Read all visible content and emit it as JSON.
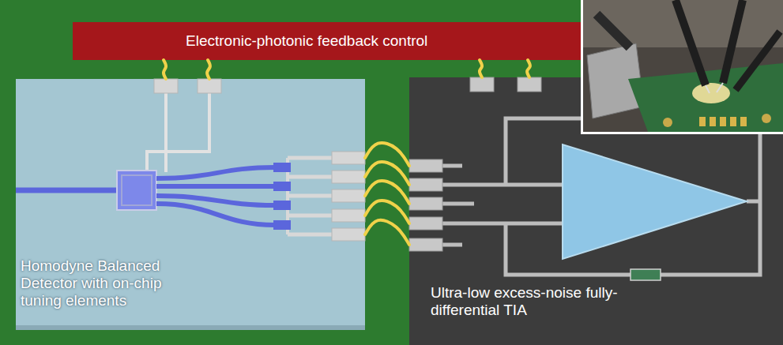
{
  "diagram": {
    "nodes": [
      {
        "text": [
          "Electronic-photonic feedback control"
        ]
      },
      {
        "text": [
          "Homodyne Balanced Detector with on-chip tuning elements"
        ]
      },
      {
        "text": [
          "Ultra-low excess-noise fully-differential TIA"
        ]
      }
    ],
    "edges": [
      {
        "from": 1,
        "to": 0,
        "arrow": "none"
      },
      {
        "from": 1,
        "to": 0,
        "arrow": "none"
      },
      {
        "from": 1,
        "to": 2,
        "arrow": "none"
      },
      {
        "from": 1,
        "to": 2,
        "arrow": "none"
      },
      {
        "from": 1,
        "to": 2,
        "arrow": "none"
      },
      {
        "from": 1,
        "to": 2,
        "arrow": "none"
      },
      {
        "from": 1,
        "to": 2,
        "arrow": "none"
      },
      {
        "from": 2,
        "to": 0,
        "arrow": "none"
      },
      {
        "from": 2,
        "to": 0,
        "arrow": "none"
      }
    ]
  }
}
